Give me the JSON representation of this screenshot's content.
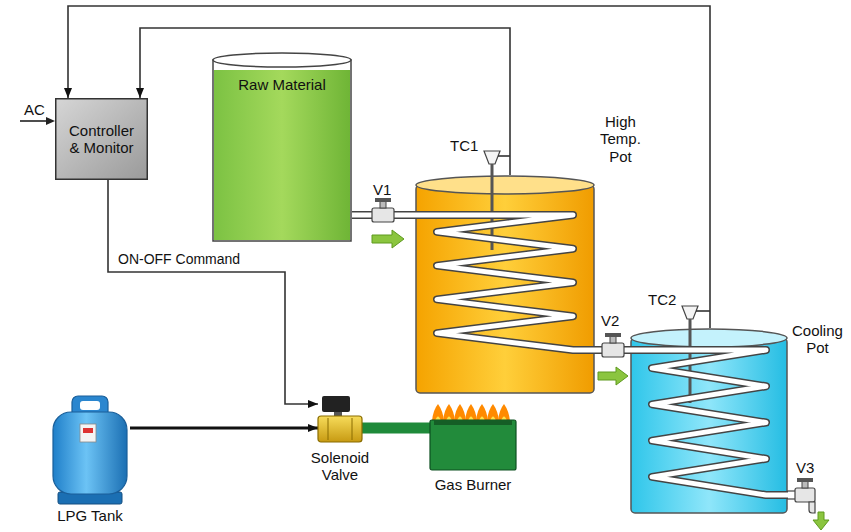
{
  "diagram": {
    "nodes": [
      {
        "text": [
          "Controller & Monitor"
        ]
      },
      {
        "text": [
          "Raw Material"
        ]
      },
      {
        "text": [
          "High Temp. Pot"
        ]
      },
      {
        "text": [
          "Cooling Pot"
        ]
      },
      {
        "text": [
          "LPG Tank"
        ]
      },
      {
        "text": [
          "Solenoid Valve"
        ]
      },
      {
        "text": [
          "Gas Burner"
        ]
      }
    ],
    "edges": [
      {
        "from": 1,
        "to": 2,
        "arrow": "none"
      },
      {
        "from": 2,
        "to": 3,
        "arrow": "none"
      },
      {
        "from": 2,
        "to": 0,
        "arrow": "to"
      },
      {
        "from": 3,
        "to": 0,
        "arrow": "to"
      },
      {
        "from": 0,
        "to": 5,
        "label": "ON-OFF Command",
        "arrow": "to"
      },
      {
        "from": 4,
        "to": 5,
        "arrow": "to"
      },
      {
        "from": 5,
        "to": 6,
        "arrow": "none"
      }
    ],
    "labels": [
      "AC",
      "V1",
      "TC1",
      "V2",
      "TC2",
      "V3"
    ]
  }
}
